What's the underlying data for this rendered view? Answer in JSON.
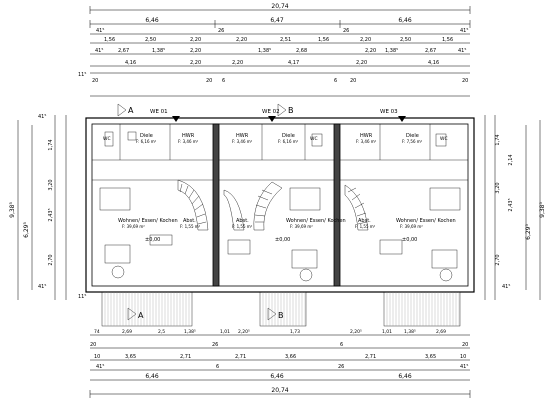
{
  "dims": {
    "top": {
      "total": "20,74",
      "units": [
        "6,46",
        "6,47",
        "6,46"
      ],
      "row3": [
        "41⁵",
        "26",
        "26",
        "41⁵"
      ],
      "row4": [
        "1,56",
        "2,50",
        "2,20",
        "2,20",
        "2,51",
        "1,56",
        "2,20",
        "2,50",
        "1,56"
      ],
      "row5": [
        "41⁵",
        "2,67",
        "1,38⁵",
        "2,20",
        "1,38⁵",
        "2,68",
        "2,20",
        "1,38⁵",
        "2,67",
        "41⁵"
      ],
      "row6": [
        "4,16",
        "2,20",
        "2,20",
        "4,17",
        "2,20",
        "4,16",
        "11⁵"
      ],
      "row7": [
        "20",
        "20",
        "6",
        "6",
        "20",
        "20"
      ]
    },
    "bottom": {
      "row1": [
        "74",
        "2,69",
        "2,5",
        "1,38⁵",
        "1,01",
        "2,20⁵",
        "1,73",
        "2,20⁵",
        "1,01",
        "1,38⁵",
        "2,69"
      ],
      "row2": [
        "20",
        "26",
        "20",
        "6"
      ],
      "row3": [
        "10",
        "3,65",
        "2,71",
        "2,71",
        "3,66",
        "2,71",
        "3,65",
        "10"
      ],
      "row4": [
        "41⁵",
        "6",
        "26",
        "41⁵"
      ],
      "units": [
        "6,46",
        "6,46",
        "6,46"
      ],
      "total": "20,74"
    },
    "left_outer": "9,38⁵",
    "left_inner": "6,29⁵",
    "left_segments": [
      "1,74",
      "3,20",
      "2,43⁵",
      "2,70",
      "41⁵",
      "41⁵",
      "11⁵"
    ],
    "right_outer": "9,38⁵",
    "right_inner": "6,29⁵",
    "right_segments": [
      "1,74",
      "3,20",
      "2,14",
      "2,43⁵",
      "2,70",
      "41⁵"
    ]
  },
  "units": [
    {
      "id": "WE 01",
      "rooms": [
        {
          "name": "Diele",
          "area": "F: 6,16 m²"
        },
        {
          "name": "HWR",
          "area": "F: 3,46 m²"
        },
        {
          "name": "WC",
          "area": ""
        },
        {
          "name": "Wohnen/ Essen/ Kochen",
          "area": "F: 39,69 m²"
        },
        {
          "name": "Abst.",
          "area": "F: 1,55 m²"
        }
      ],
      "level": "±0,00"
    },
    {
      "id": "WE 02",
      "rooms": [
        {
          "name": "HWR",
          "area": "F: 3,46 m²"
        },
        {
          "name": "Diele",
          "area": "F: 6,16 m²"
        },
        {
          "name": "WC",
          "area": ""
        },
        {
          "name": "Wohnen/ Essen/ Kochen",
          "area": "F: 39,69 m²"
        },
        {
          "name": "Abst.",
          "area": "F: 1,55 m²"
        }
      ],
      "level": "±0,00"
    },
    {
      "id": "WE 03",
      "rooms": [
        {
          "name": "Diele",
          "area": "F: 7,56 m²"
        },
        {
          "name": "HWR",
          "area": "F: 3,46 m²"
        },
        {
          "name": "WC",
          "area": ""
        },
        {
          "name": "Wohnen/ Essen/ Kochen",
          "area": "F: 39,69 m²"
        },
        {
          "name": "Abst.",
          "area": "F: 1,55 m²"
        }
      ],
      "level": "±0,00"
    }
  ],
  "sections": {
    "a": "A",
    "b": "B"
  }
}
